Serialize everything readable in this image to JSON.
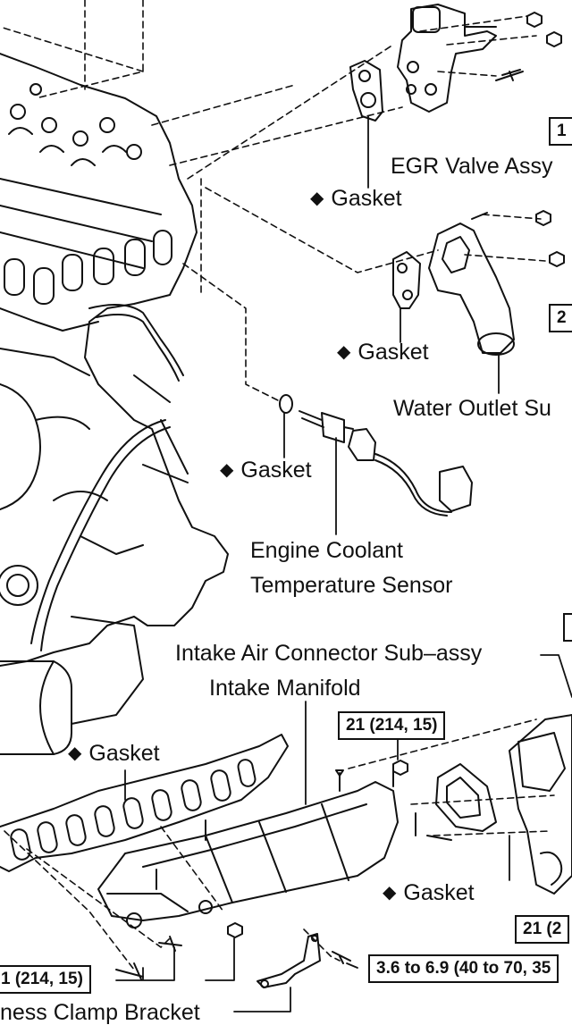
{
  "labels": {
    "egr_valve": "EGR Valve Assy",
    "gasket_egr": "Gasket",
    "gasket_water": "Gasket",
    "water_outlet": "Water Outlet Su",
    "gasket_sensor": "Gasket",
    "ect_sensor_line1": "Engine Coolant",
    "ect_sensor_line2": "Temperature Sensor",
    "intake_air_connector": "Intake Air Connector Sub–assy",
    "intake_manifold": "Intake Manifold",
    "gasket_manifold": "Gasket",
    "gasket_connector": "Gasket",
    "clamp_bracket": "ness Clamp Bracket",
    "diamond": "◆"
  },
  "torque": {
    "box_top1": "1",
    "box_top2": "2",
    "center": "21 (214, 15)",
    "left": "1 (214, 15)",
    "right": "21 (2",
    "bracket": "3.6 to 6.9 (40 to 70, 35"
  }
}
